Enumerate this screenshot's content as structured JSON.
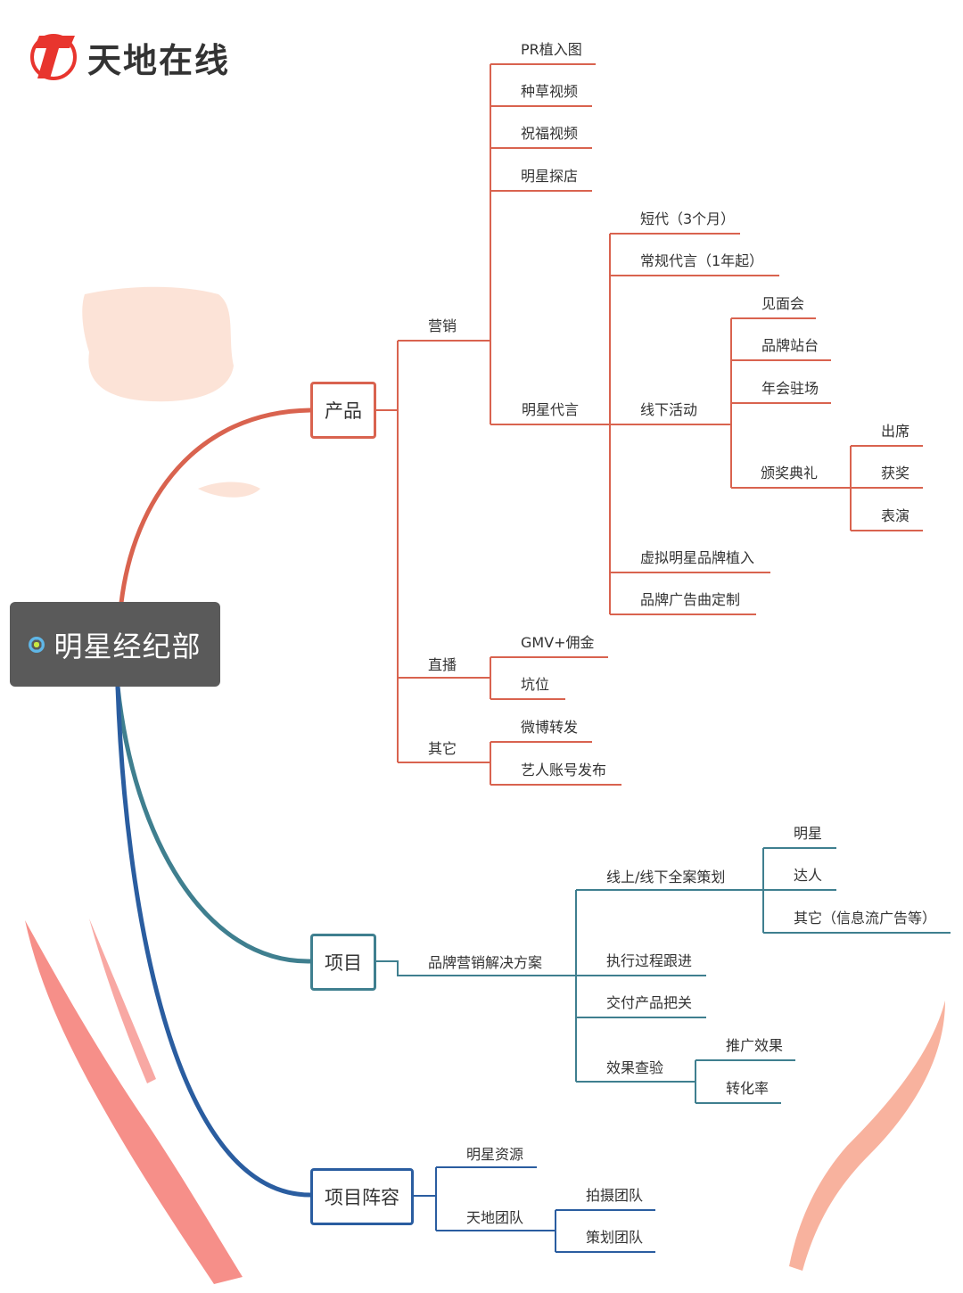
{
  "brand": {
    "name": "天地在线",
    "accent": "#e8352e"
  },
  "colors": {
    "product": "#d9634f",
    "project": "#3f7f8f",
    "team": "#2a5da0"
  },
  "mindmap": {
    "root": "明星经纪部",
    "branches": {
      "product": {
        "label": "产品",
        "marketing": {
          "label": "营销",
          "items": [
            "PR植入图",
            "种草视频",
            "祝福视频",
            "明星探店"
          ],
          "endorsement": {
            "label": "明星代言",
            "items": [
              "短代（3个月）",
              "常规代言（1年起）"
            ],
            "offline": {
              "label": "线下活动",
              "items": [
                "见面会",
                "品牌站台",
                "年会驻场"
              ],
              "awards": {
                "label": "颁奖典礼",
                "items": [
                  "出席",
                  "获奖",
                  "表演"
                ]
              }
            },
            "extra": [
              "虚拟明星品牌植入",
              "品牌广告曲定制"
            ]
          }
        },
        "live": {
          "label": "直播",
          "items": [
            "GMV+佣金",
            "坑位"
          ]
        },
        "other": {
          "label": "其它",
          "items": [
            "微博转发",
            "艺人账号发布"
          ]
        }
      },
      "project": {
        "label": "项目",
        "solution": {
          "label": "品牌营销解决方案",
          "planning": {
            "label": "线上/线下全案策划",
            "items": [
              "明星",
              "达人",
              "其它（信息流广告等）"
            ]
          },
          "items": [
            "执行过程跟进",
            "交付产品把关"
          ],
          "verify": {
            "label": "效果查验",
            "items": [
              "推广效果",
              "转化率"
            ]
          }
        }
      },
      "team": {
        "label": "项目阵容",
        "resource": "明星资源",
        "group": {
          "label": "天地团队",
          "items": [
            "拍摄团队",
            "策划团队"
          ]
        }
      }
    }
  }
}
